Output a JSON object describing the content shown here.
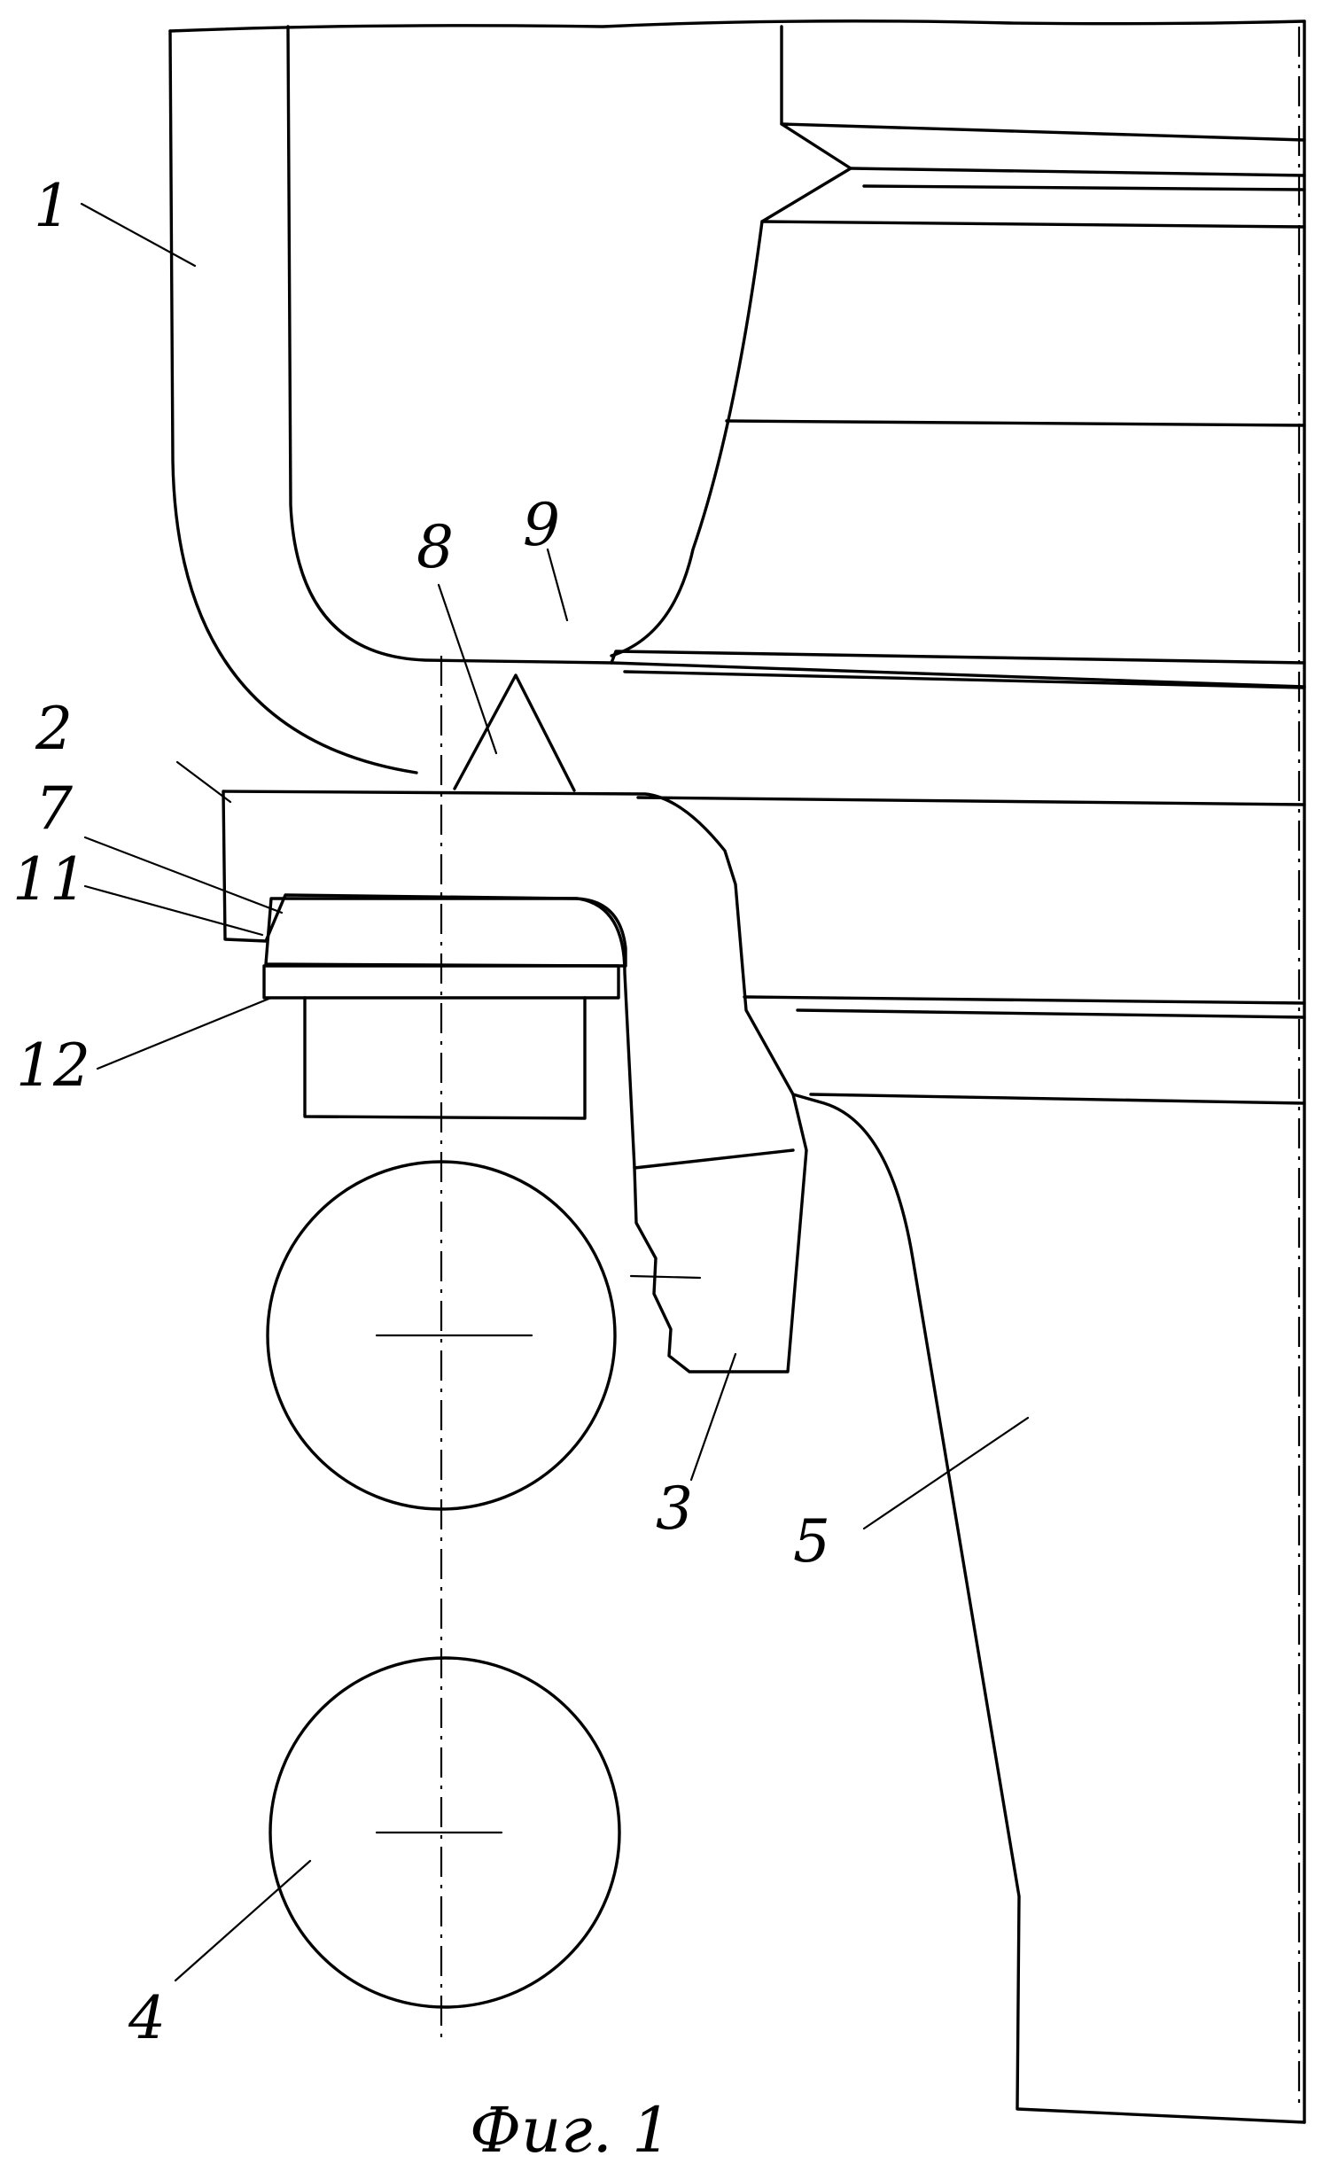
{
  "figure": {
    "caption": "Фиг. 1",
    "callouts": [
      {
        "id": "1",
        "text": "1"
      },
      {
        "id": "2",
        "text": "2"
      },
      {
        "id": "3",
        "text": "3"
      },
      {
        "id": "4",
        "text": "4"
      },
      {
        "id": "5",
        "text": "5"
      },
      {
        "id": "7",
        "text": "7"
      },
      {
        "id": "8",
        "text": "8"
      },
      {
        "id": "9",
        "text": "9"
      },
      {
        "id": "11",
        "text": "11"
      },
      {
        "id": "12",
        "text": "12"
      }
    ]
  },
  "colors": {
    "ink": "#000000",
    "paper": "#ffffff"
  }
}
